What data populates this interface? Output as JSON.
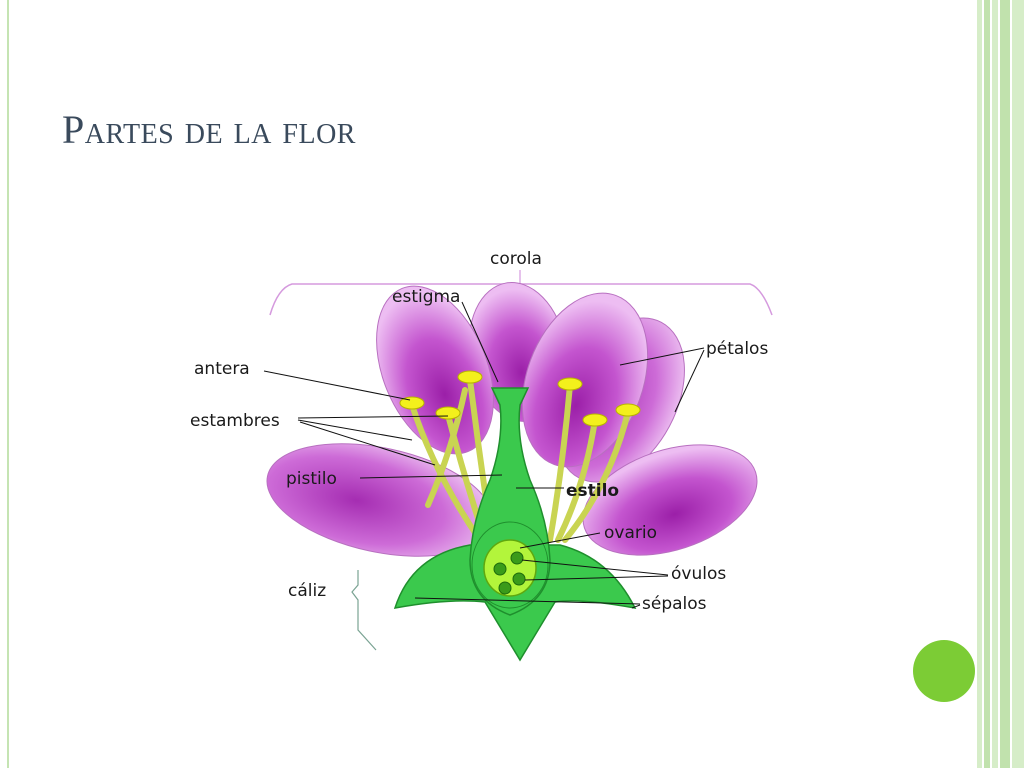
{
  "slide": {
    "title": "Partes de la flor"
  },
  "diagram": {
    "labels": {
      "corola": "corola",
      "estigma": "estigma",
      "antera": "antera",
      "petalos": "pétalos",
      "estambres": "estambres",
      "pistilo": "pistilo",
      "estilo": "estilo",
      "ovario": "ovario",
      "ovulos": "óvulos",
      "caliz": "cáliz",
      "sepalos": "sépalos"
    }
  }
}
